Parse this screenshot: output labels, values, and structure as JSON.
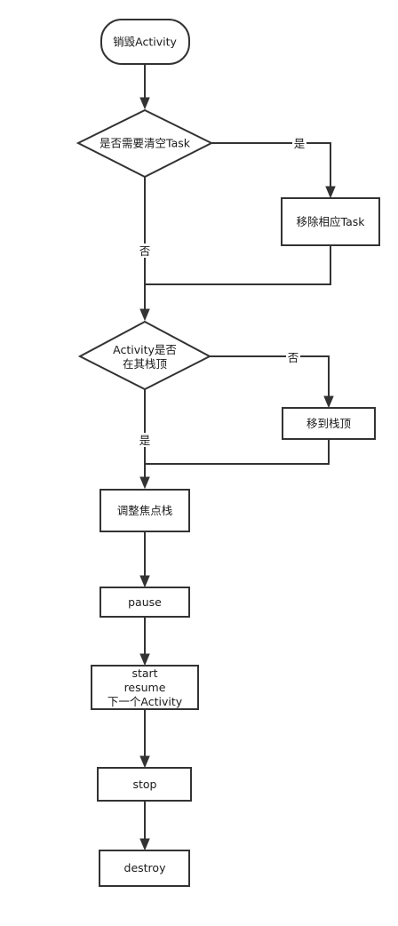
{
  "nodes": {
    "destroy_activity": "销毁Activity",
    "clear_task_decision": "是否需要清空Task",
    "remove_task": "移除相应Task",
    "activity_top_decision": [
      "Activity是否",
      "在其栈顶"
    ],
    "move_to_top": "移到栈顶",
    "adjust_focus_stack": "调整焦点栈",
    "pause": "pause",
    "start_resume": [
      "start",
      "resume",
      "下一个Activity"
    ],
    "stop": "stop",
    "destroy": "destroy"
  },
  "edges": {
    "clear_yes": "是",
    "clear_no": "否",
    "top_no": "否",
    "top_yes": "是"
  }
}
